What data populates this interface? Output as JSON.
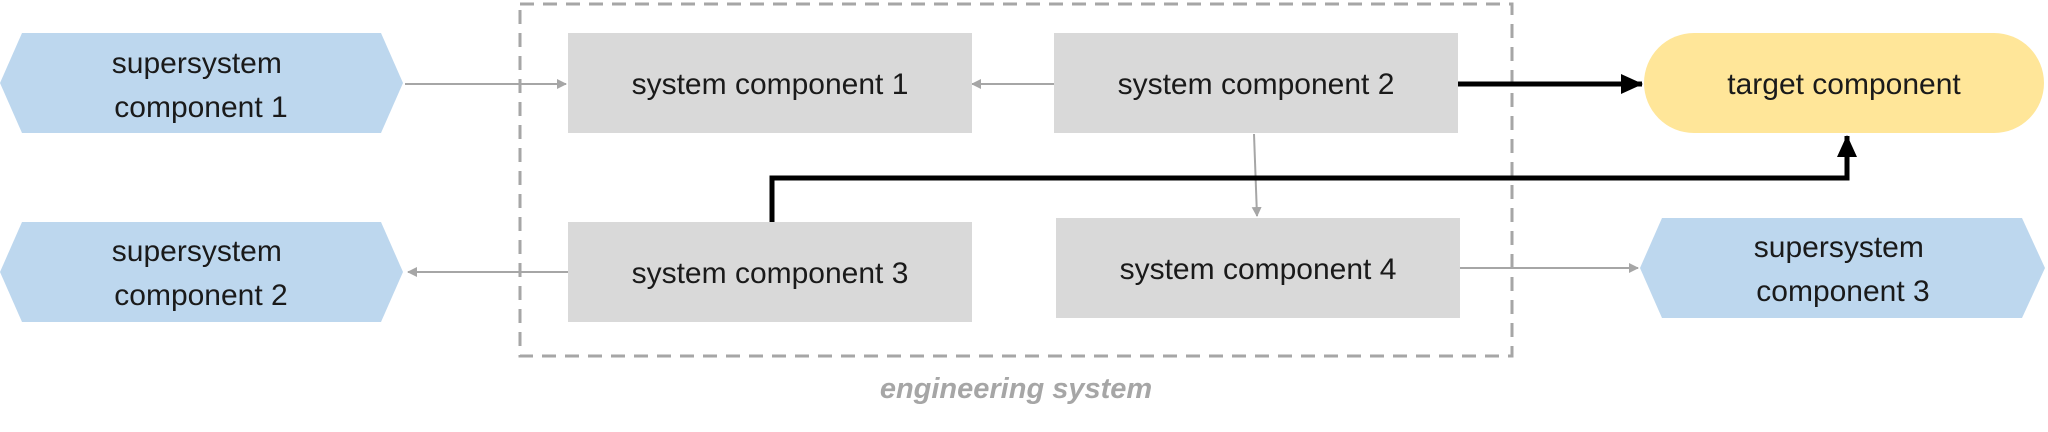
{
  "boundary": {
    "label": "engineering system"
  },
  "nodes": {
    "supersystem_1": {
      "line1": "supersystem",
      "line2": "component 1"
    },
    "supersystem_2": {
      "line1": "supersystem",
      "line2": "component 2"
    },
    "supersystem_3": {
      "line1": "supersystem",
      "line2": "component 3"
    },
    "system_1": {
      "label": "system component 1"
    },
    "system_2": {
      "label": "system component 2"
    },
    "system_3": {
      "label": "system component 3"
    },
    "system_4": {
      "label": "system component 4"
    },
    "target": {
      "label": "target component"
    }
  },
  "colors": {
    "supersystem_fill": "#bdd7ee",
    "system_fill": "#d9d9d9",
    "target_fill": "#ffe699",
    "boundary_stroke": "#a6a6a6",
    "weak_arrow": "#a6a6a6",
    "strong_arrow": "#000000"
  }
}
